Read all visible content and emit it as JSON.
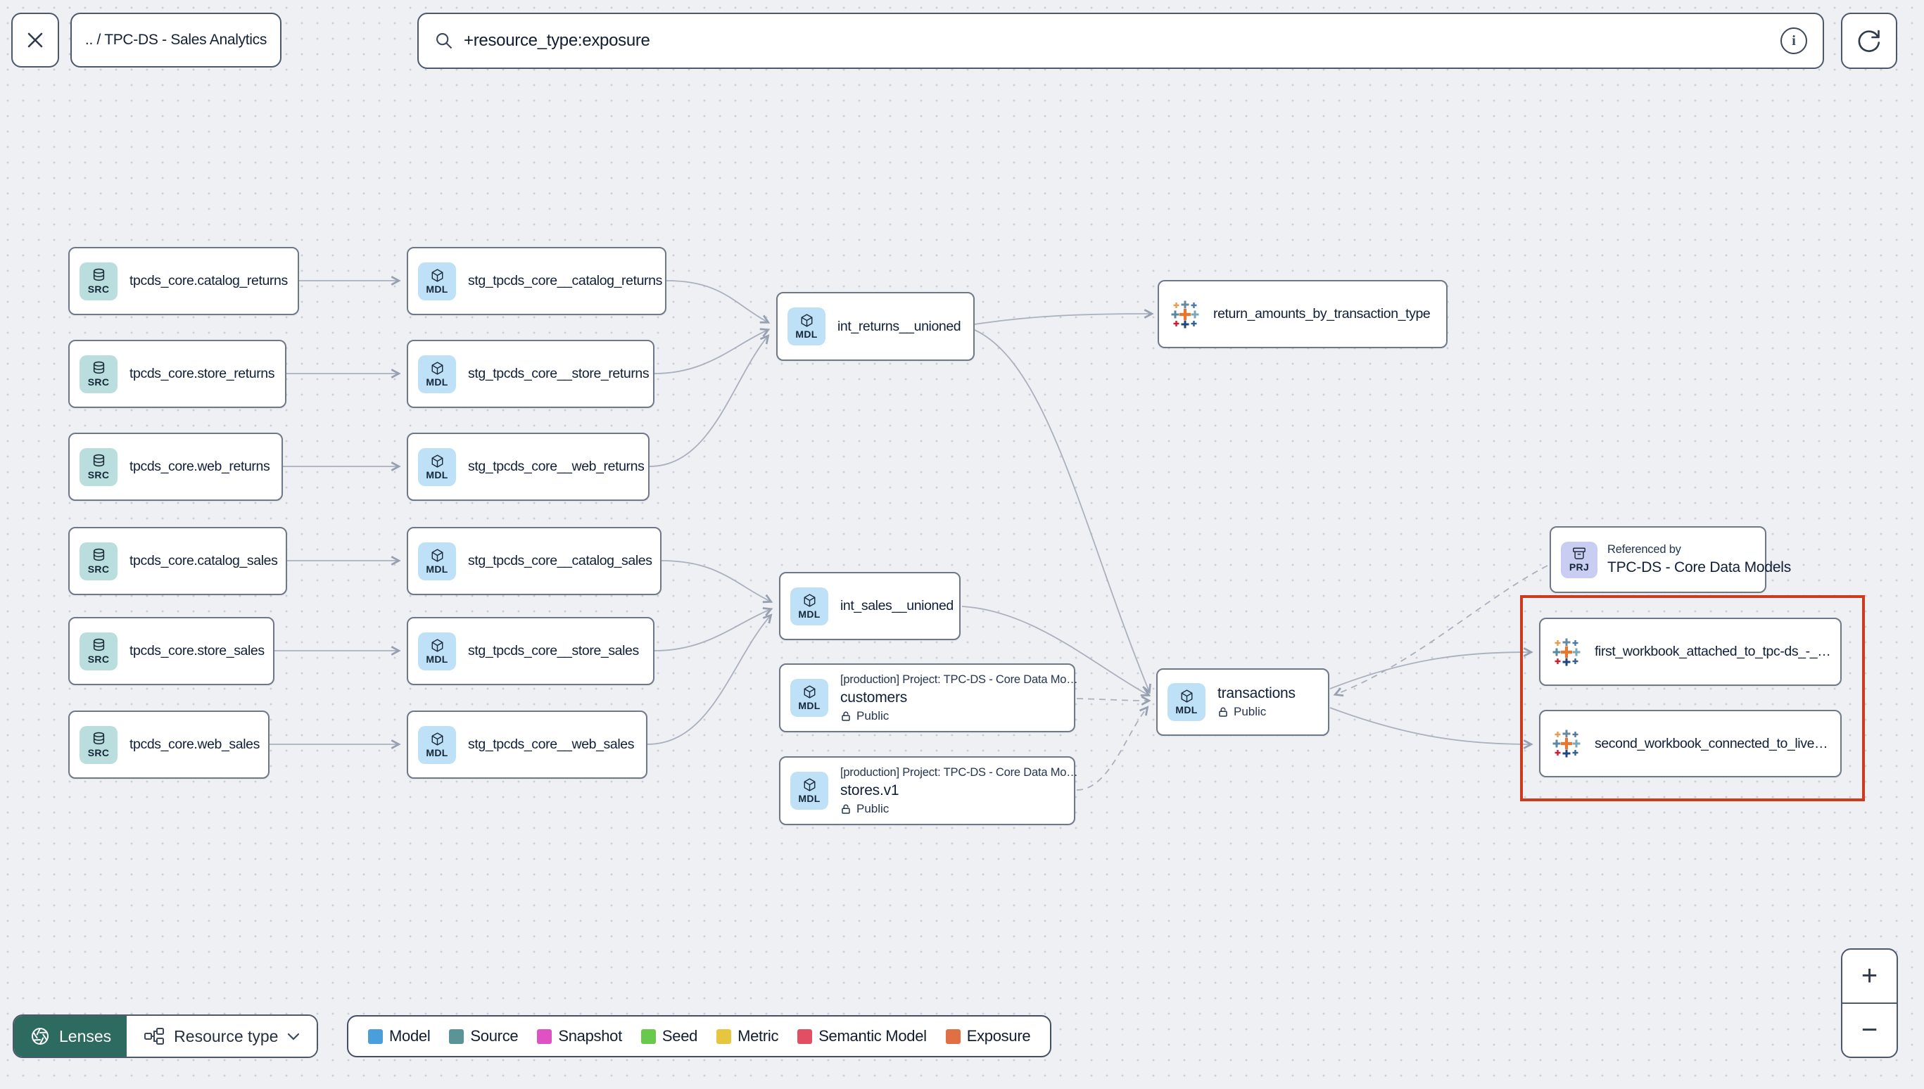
{
  "toolbar": {
    "breadcrumb": ".. / TPC-DS - Sales Analytics",
    "search_value": "+resource_type:exposure"
  },
  "graph": {
    "sources": [
      {
        "badge": "SRC",
        "label": "tpcds_core.catalog_returns"
      },
      {
        "badge": "SRC",
        "label": "tpcds_core.store_returns"
      },
      {
        "badge": "SRC",
        "label": "tpcds_core.web_returns"
      },
      {
        "badge": "SRC",
        "label": "tpcds_core.catalog_sales"
      },
      {
        "badge": "SRC",
        "label": "tpcds_core.store_sales"
      },
      {
        "badge": "SRC",
        "label": "tpcds_core.web_sales"
      }
    ],
    "staging": [
      {
        "badge": "MDL",
        "label": "stg_tpcds_core__catalog_returns"
      },
      {
        "badge": "MDL",
        "label": "stg_tpcds_core__store_returns"
      },
      {
        "badge": "MDL",
        "label": "stg_tpcds_core__web_returns"
      },
      {
        "badge": "MDL",
        "label": "stg_tpcds_core__catalog_sales"
      },
      {
        "badge": "MDL",
        "label": "stg_tpcds_core__store_sales"
      },
      {
        "badge": "MDL",
        "label": "stg_tpcds_core__web_sales"
      }
    ],
    "int_returns": {
      "badge": "MDL",
      "label": "int_returns__unioned"
    },
    "int_sales": {
      "badge": "MDL",
      "label": "int_sales__unioned"
    },
    "customers": {
      "badge": "MDL",
      "project": "[production] Project: TPC-DS - Core Data Mo…",
      "label": "customers",
      "visibility": "Public"
    },
    "stores": {
      "badge": "MDL",
      "project": "[production] Project: TPC-DS - Core Data Mo…",
      "label": "stores.v1",
      "visibility": "Public"
    },
    "transactions": {
      "badge": "MDL",
      "label": "transactions",
      "visibility": "Public"
    },
    "referenced_by": {
      "badge": "PRJ",
      "title": "Referenced by",
      "label": "TPC-DS - Core Data Models"
    },
    "exposure_returns": {
      "label": "return_amounts_by_transaction_type"
    },
    "workbook_first": {
      "label": "first_workbook_attached_to_tpc-ds_-_…"
    },
    "workbook_second": {
      "label": "second_workbook_connected_to_live…"
    }
  },
  "legend": {
    "items": [
      {
        "label": "Model",
        "color": "#4a9edc"
      },
      {
        "label": "Source",
        "color": "#5a9496"
      },
      {
        "label": "Snapshot",
        "color": "#de52c4"
      },
      {
        "label": "Seed",
        "color": "#69c94d"
      },
      {
        "label": "Metric",
        "color": "#e7c63f"
      },
      {
        "label": "Semantic Model",
        "color": "#e34f62"
      },
      {
        "label": "Exposure",
        "color": "#e07044"
      }
    ]
  },
  "controls": {
    "lenses": "Lenses",
    "resource_type": "Resource type",
    "zoom_in": "+",
    "zoom_out": "−"
  }
}
